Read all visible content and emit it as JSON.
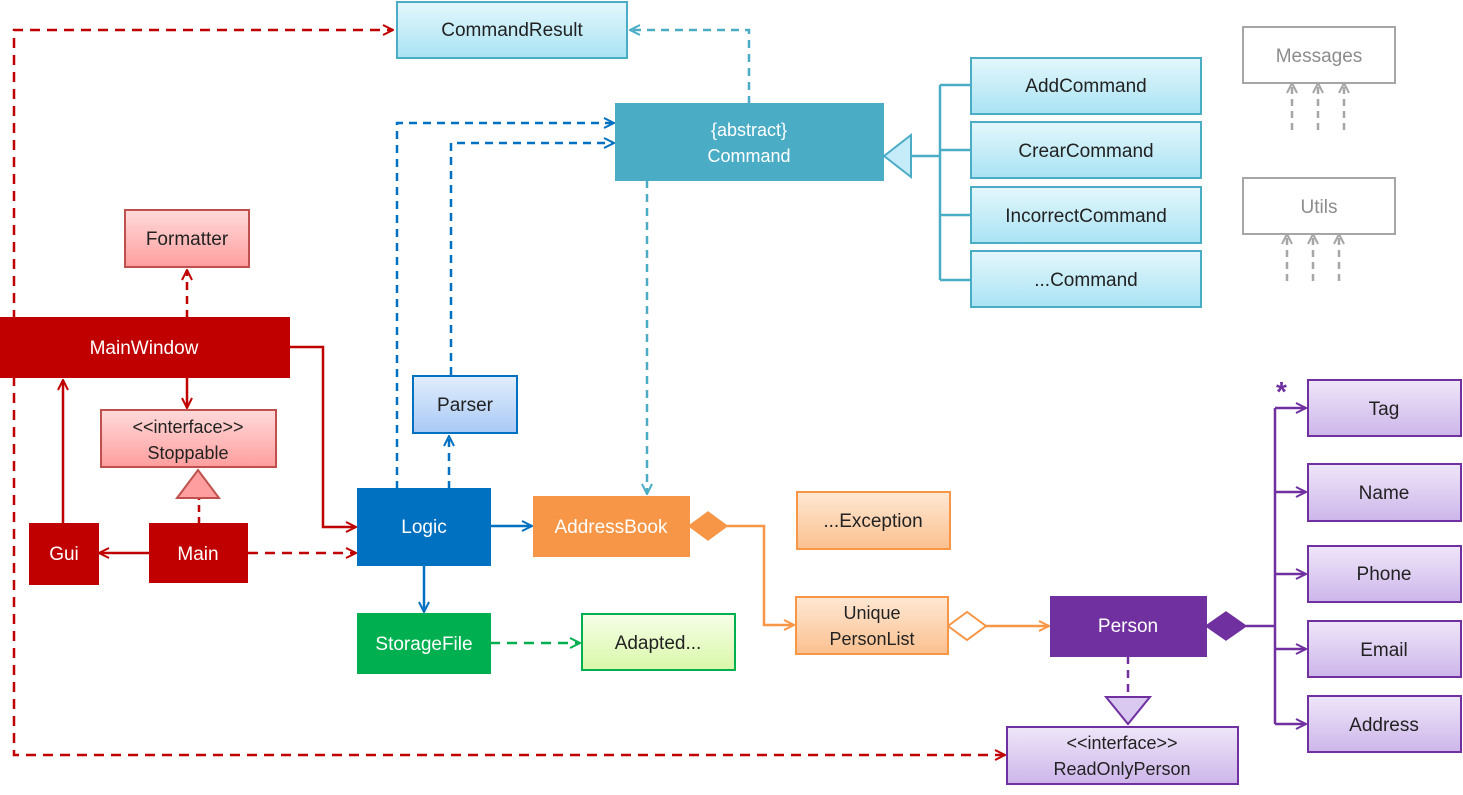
{
  "colors": {
    "ui_red": "#c00000",
    "ui_light_red_fill": "#ffb3b3",
    "ui_light_red_border": "#c0504d",
    "logic_blue": "#0070c0",
    "parser_fill": "#b8d4f8",
    "command_teal": "#4bacc6",
    "command_light_fill": "#c5ecf8",
    "result_dashed": "#4bacc6",
    "storage_green": "#00b050",
    "adapted_fill": "#e6fcc0",
    "model_orange": "#f79646",
    "exception_fill": "#fdd5b0",
    "person_purple": "#7030a0",
    "person_light_fill": "#d9c8ef",
    "common_gray": "#a6a6a6"
  },
  "nodes": {
    "command_result": "CommandResult",
    "command_stereotype": "{abstract}",
    "command": "Command",
    "add_command": "AddCommand",
    "crear_command": "CrearCommand",
    "incorrect_command": "IncorrectCommand",
    "etc_command": "...Command",
    "messages": "Messages",
    "utils": "Utils",
    "formatter": "Formatter",
    "main_window": "MainWindow",
    "stoppable_stereotype": "<<interface>>",
    "stoppable": "Stoppable",
    "parser": "Parser",
    "gui": "Gui",
    "main": "Main",
    "logic": "Logic",
    "address_book": "AddressBook",
    "exception": "...Exception",
    "storage_file": "StorageFile",
    "adapted": "Adapted...",
    "unique_person_list_1": "Unique",
    "unique_person_list_2": "PersonList",
    "person": "Person",
    "read_only_stereotype": "<<interface>>",
    "read_only_person": "ReadOnlyPerson",
    "tag": "Tag",
    "name": "Name",
    "phone": "Phone",
    "email": "Email",
    "address": "Address",
    "tag_multiplicity": "*"
  }
}
